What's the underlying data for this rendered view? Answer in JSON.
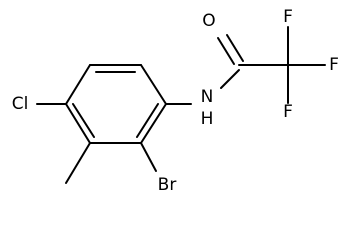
{
  "molecule": {
    "atoms": {
      "O": "O",
      "F1": "F",
      "F2": "F",
      "F3": "F",
      "NH": "N\nH",
      "N": "N",
      "H": "H",
      "Cl": "Cl",
      "Br": "Br"
    },
    "colors": {
      "bond": "#000000",
      "label": "#000000",
      "background": "#ffffff"
    }
  }
}
